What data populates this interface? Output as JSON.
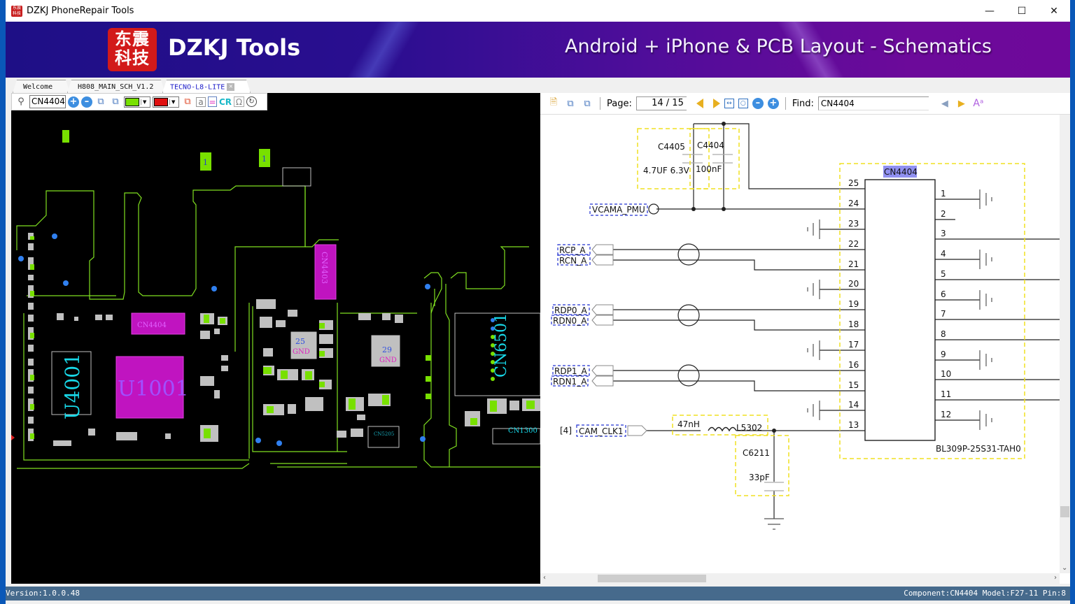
{
  "window": {
    "title": "DZKJ PhoneRepair Tools",
    "icon": "dzkj-logo-icon",
    "controls": [
      "minimize",
      "maximize",
      "close"
    ]
  },
  "banner": {
    "logo_chars": "东震科技",
    "logo_line1": "东震",
    "logo_line2": "科技",
    "brand": "DZKJ Tools",
    "tagline": "Android + iPhone & PCB Layout - Schematics"
  },
  "tabs": [
    {
      "label": "Welcome",
      "active": false
    },
    {
      "label": "H808_MAIN_SCH_V1.2",
      "active": false
    },
    {
      "label": "TECNO-L8-LITE",
      "active": true,
      "closable": true
    }
  ],
  "pcb": {
    "search_value": "CN4404",
    "toolbar_icons": [
      "search-icon",
      "zoom-in-icon",
      "zoom-out-icon",
      "flip-horizontal-icon",
      "flip-vertical-icon",
      "color-picker-green",
      "color-picker-red",
      "layers-icon",
      "text-a-icon",
      "equal-icon",
      "cr-icon",
      "ohm-icon",
      "rotate-icon"
    ],
    "cr_label": "CR",
    "colors": {
      "board_outline": "#80e020",
      "component_highlight": "#c014c0",
      "label_cyan": "#18d8e8",
      "via_blue": "#3080f0",
      "selected_color": "#78e000",
      "net_color": "#e01010"
    },
    "labels": {
      "cn4404": "CN4404",
      "cn4403": "CN4403",
      "u1001": "U1001",
      "u4001": "U4001",
      "cn6501": "CN6501",
      "cn1300": "CN1300",
      "cn5205": "CN5205",
      "pad1a": "1",
      "pad1b": "1",
      "gnd25_num": "25",
      "gnd25_txt": "GND",
      "gnd29_num": "29",
      "gnd29_txt": "GND"
    }
  },
  "schematic": {
    "page_label": "Page:",
    "page_current": "14",
    "page_total": "/ 15",
    "find_label": "Find:",
    "find_value": "CN4404",
    "connector": {
      "ref": "CN4404",
      "part": "BL309P-25S31-TAH0",
      "left_pins": [
        "25",
        "24",
        "23",
        "22",
        "21",
        "20",
        "19",
        "18",
        "17",
        "16",
        "15",
        "14",
        "13"
      ],
      "right_pins": [
        "1",
        "2",
        "3",
        "4",
        "5",
        "6",
        "7",
        "8",
        "9",
        "10",
        "11",
        "12"
      ]
    },
    "caps": {
      "c4405_ref": "C4405",
      "c4405_val": "4.7UF 6.3V",
      "c4404_ref": "C4404",
      "c4404_val": "100nF",
      "c6211_ref": "C6211",
      "c6211_val": "33pF"
    },
    "inductor": {
      "ref": "L5302",
      "val": "47nH"
    },
    "nets": {
      "vcama": "VCAMA_PMU",
      "rcp": "RCP_A",
      "rcn": "RCN_A",
      "rdp0": "RDP0_A",
      "rdn0": "RDN0_A",
      "rdp1": "RDP1_A",
      "rdn1": "RDN1_A",
      "camclk": "CAM_CLK1",
      "camclk_ref": "[4]"
    }
  },
  "status": {
    "version": "Version:1.0.0.48",
    "component_info": "Component:CN4404 Model:F27-11 Pin:8"
  }
}
